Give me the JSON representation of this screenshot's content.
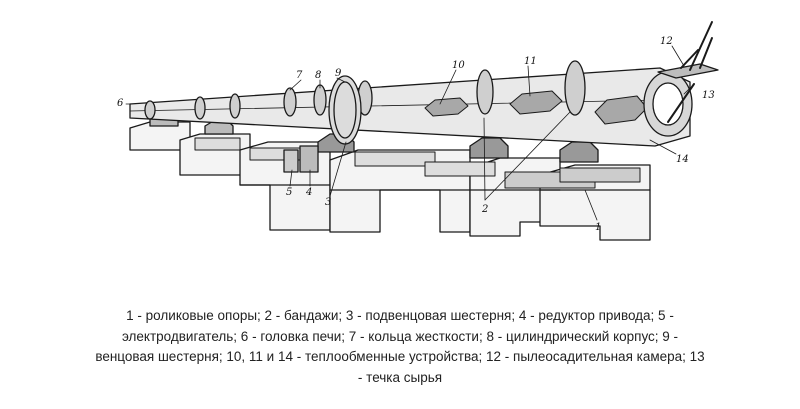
{
  "diagram": {
    "labels": {
      "l1": "1",
      "l2": "2",
      "l3": "3",
      "l4": "4",
      "l5": "5",
      "l6": "6",
      "l7": "7",
      "l8": "8",
      "l9": "9",
      "l10": "10",
      "l11": "11",
      "l12": "12",
      "l13": "13",
      "l14": "14"
    }
  },
  "caption": {
    "line1": "1 - роликовые опоры; 2 - бандажи; 3 - подвенцовая шестерня; 4 - редуктор привода; 5 -",
    "line2": "электродвигатель; 6 - головка печи; 7 - кольца жесткости; 8 - цилиндрический корпус; 9 -",
    "line3": "венцовая шестерня; 10, 11 и 14 - теплообменные устройства; 12 - пылеосадительная камера; 13",
    "line4": "- течка сырья"
  }
}
